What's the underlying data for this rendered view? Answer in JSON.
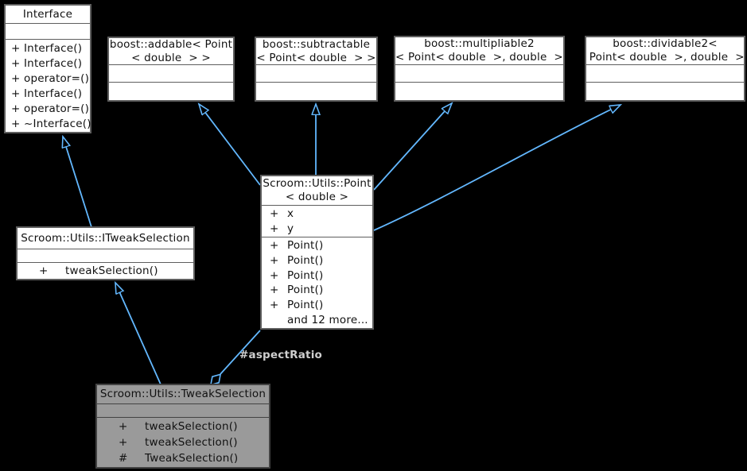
{
  "colors": {
    "background": "#000000",
    "edge": "#63B8FF",
    "edge_label_color": "#CFCFCF",
    "node_fill": "#FFFFFF",
    "node_border": "#5E5E5E",
    "highlight_fill": "#9A9A9A",
    "text": "#111111"
  },
  "edge_label": "#aspectRatio",
  "classes": {
    "interface": {
      "title": "Interface",
      "methods": [
        {
          "m": "+",
          "n": "Interface()"
        },
        {
          "m": "+",
          "n": "Interface()"
        },
        {
          "m": "+",
          "n": "operator=()"
        },
        {
          "m": "+",
          "n": "Interface()"
        },
        {
          "m": "+",
          "n": "operator=()"
        },
        {
          "m": "+",
          "n": "~Interface()"
        }
      ]
    },
    "addable": {
      "title_lines": [
        "boost::addable< Point",
        "< double  > >"
      ]
    },
    "subtractable": {
      "title_lines": [
        "boost::subtractable",
        "< Point< double  > >"
      ]
    },
    "multipliable": {
      "title_lines": [
        "boost::multipliable2",
        "< Point< double  >, double  >"
      ]
    },
    "dividable": {
      "title_lines": [
        "boost::dividable2<",
        " Point< double  >, double  >"
      ]
    },
    "point": {
      "title_lines": [
        "Scroom::Utils::Point",
        "< double >"
      ],
      "attributes": [
        {
          "m": "+",
          "n": "x"
        },
        {
          "m": "+",
          "n": "y"
        }
      ],
      "methods": [
        {
          "m": "+",
          "n": "Point()"
        },
        {
          "m": "+",
          "n": "Point()"
        },
        {
          "m": "+",
          "n": "Point()"
        },
        {
          "m": "+",
          "n": "Point()"
        },
        {
          "m": "+",
          "n": "Point()"
        },
        {
          "m": "",
          "n": "and 12 more..."
        }
      ]
    },
    "itweak": {
      "title": "Scroom::Utils::ITweakSelection",
      "methods": [
        {
          "m": "+",
          "n": "tweakSelection()"
        }
      ]
    },
    "tweak": {
      "title": "Scroom::Utils::TweakSelection",
      "methods": [
        {
          "m": "+",
          "n": "tweakSelection()"
        },
        {
          "m": "+",
          "n": "tweakSelection()"
        },
        {
          "m": "#",
          "n": "TweakSelection()"
        }
      ]
    }
  }
}
